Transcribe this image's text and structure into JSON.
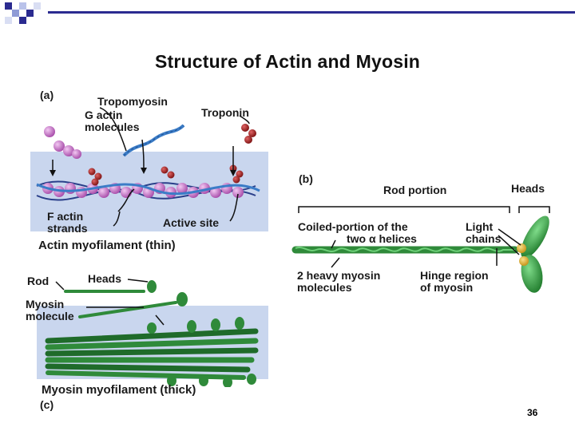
{
  "title": "Structure of Actin and Myosin",
  "page_number": "36",
  "panel_a": {
    "letter": "(a)",
    "tropomyosin": "Tropomyosin",
    "g_actin": "G actin\nmolecules",
    "troponin": "Troponin",
    "f_actin": "F actin\nstrands",
    "active_site": "Active site",
    "caption": "Actin myofilament (thin)"
  },
  "panel_b": {
    "letter": "(b)",
    "rod_portion": "Rod portion",
    "heads": "Heads",
    "coiled_portion_1": "Coiled-portion of the",
    "coiled_portion_2": "two α helices",
    "light_chains": "Light\nchains",
    "heavy_myosin": "2 heavy myosin\nmolecules",
    "hinge": "Hinge region\nof myosin"
  },
  "panel_c": {
    "letter": "(c)",
    "rod": "Rod",
    "heads": "Heads",
    "myosin_molecule": "Myosin\nmolecule",
    "caption": "Myosin myofilament (thick)"
  },
  "colors": {
    "accent": "#2b2b90",
    "bg_panel": "#c9d6ee",
    "actin": "#c270c4",
    "troponin": "#9e1c1c",
    "tropomyosin": "#3b7cc7",
    "myosin_green": "#2f8a3a",
    "light_chain": "#e8b93a"
  }
}
